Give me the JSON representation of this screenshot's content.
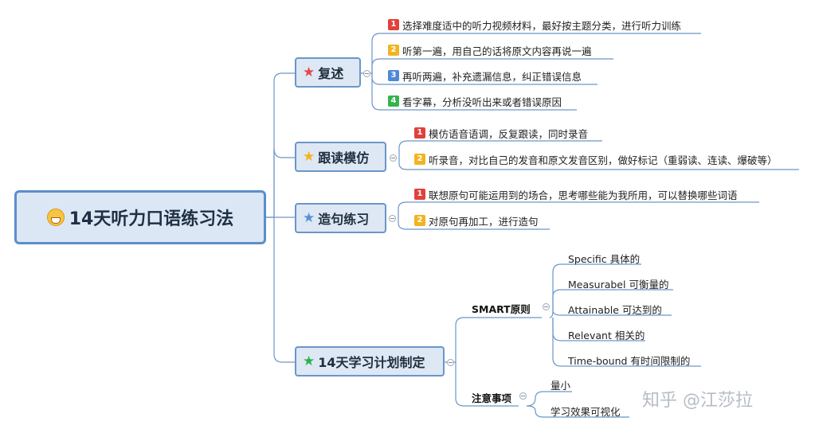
{
  "root": {
    "title": "14天听力口语练习法",
    "icon": "grinning-face-icon"
  },
  "colors": {
    "badge1": "#e2403a",
    "badge2": "#f2b41f",
    "badge3": "#4e89d6",
    "badge4": "#35b34e",
    "star_red": "#e34a4a",
    "star_yellow": "#f5b21c",
    "star_blue": "#5b8fdc",
    "star_green": "#2bb24c",
    "line": "#6b96c8"
  },
  "topics": [
    {
      "label": "复述",
      "star": "red-star-icon",
      "items": [
        {
          "num": "1",
          "text": "选择难度适中的听力视频材料，最好按主题分类，进行听力训练"
        },
        {
          "num": "2",
          "text": "听第一遍，用自己的话将原文内容再说一遍"
        },
        {
          "num": "3",
          "text": "再听两遍，补充遗漏信息，纠正错误信息"
        },
        {
          "num": "4",
          "text": "看字幕，分析没听出来或者错误原因"
        }
      ]
    },
    {
      "label": "跟读模仿",
      "star": "yellow-star-icon",
      "items": [
        {
          "num": "1",
          "text": "模仿语音语调，反复跟读，同时录音"
        },
        {
          "num": "2",
          "text": "听录音，对比自己的发音和原文发音区别，做好标记（重弱读、连读、爆破等）"
        }
      ]
    },
    {
      "label": "造句练习",
      "star": "blue-star-icon",
      "items": [
        {
          "num": "1",
          "text": "联想原句可能运用到的场合，思考哪些能为我所用，可以替换哪些词语"
        },
        {
          "num": "2",
          "text": "对原句再加工，进行造句"
        }
      ]
    },
    {
      "label": "14天学习计划制定",
      "star": "green-star-icon",
      "subs": [
        {
          "label": "SMART原则",
          "leaves": [
            "Specific 具体的",
            "Measurabel 可衡量的",
            "Attainable 可达到的",
            "Relevant 相关的",
            "Time-bound 有时间限制的"
          ]
        },
        {
          "label": "注意事项",
          "leaves": [
            "量小",
            "学习效果可视化"
          ]
        }
      ]
    }
  ],
  "watermark": "知乎 @江莎拉"
}
